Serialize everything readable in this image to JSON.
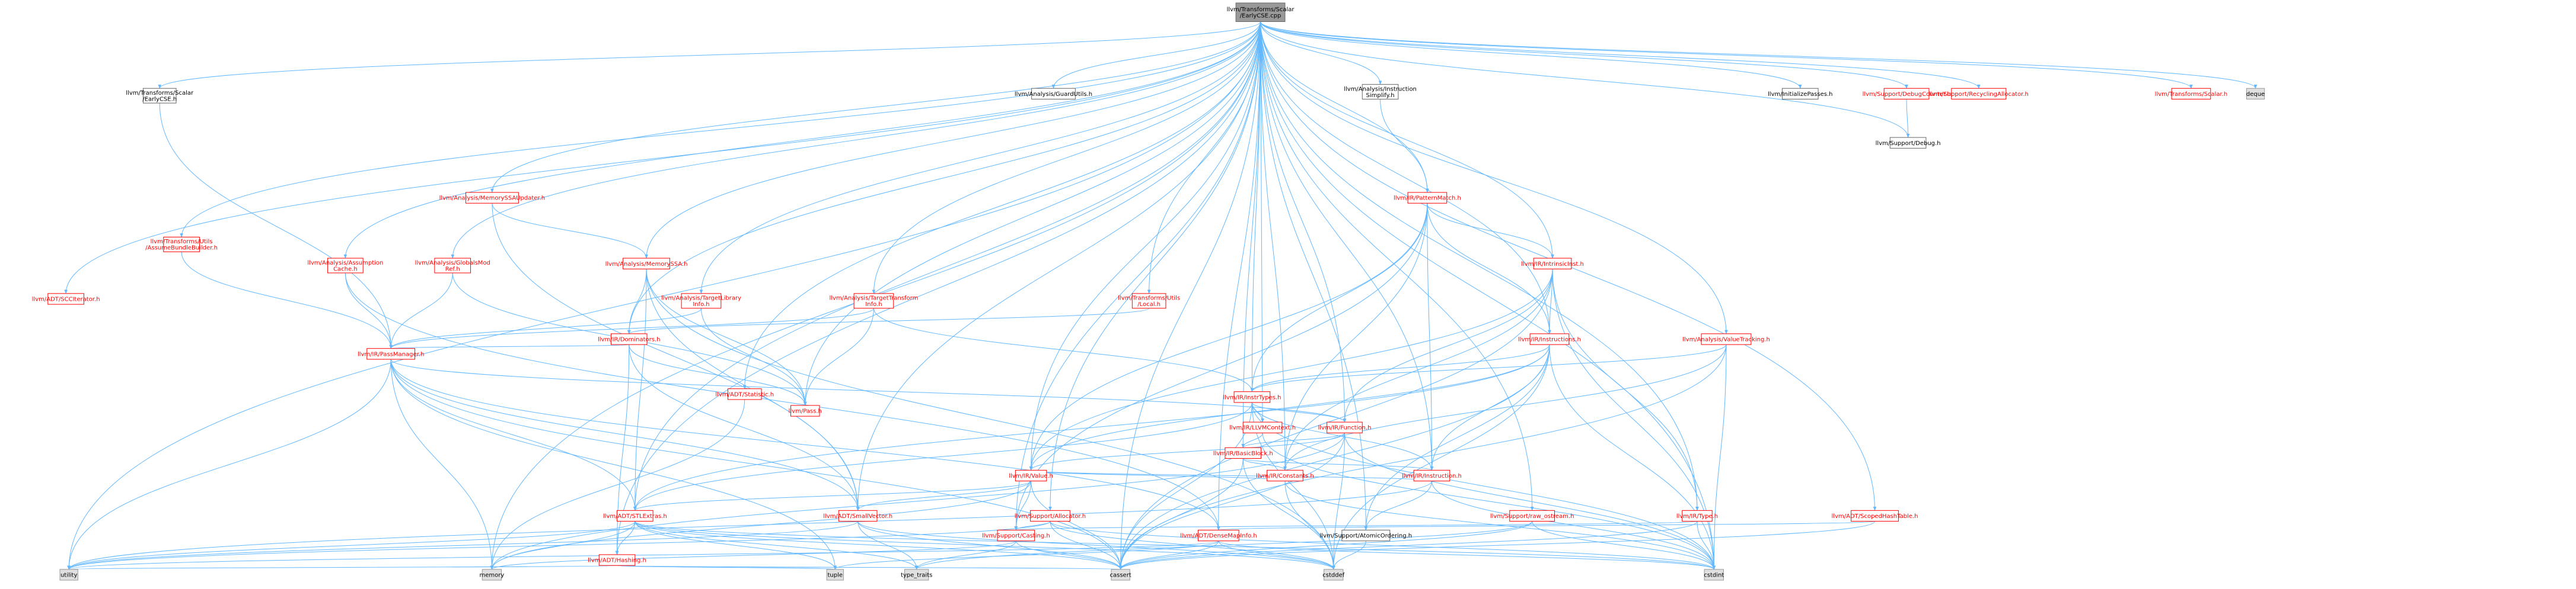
{
  "colors": {
    "root_fill": "#999999",
    "node_fill": "#ffffff",
    "ext_fill": "#e0e0e0",
    "red_text": "#ff0000",
    "black_text": "#000000",
    "border_main": "#666666",
    "border_red": "#ff0000",
    "border_gray": "#999999",
    "edge": "#63b8ff"
  },
  "nodes": [
    {
      "id": "root",
      "lines": [
        "llvm/Transforms/Scalar",
        "/EarlyCSE.cpp"
      ],
      "style": "root"
    },
    {
      "id": "tsEarly",
      "lines": [
        "llvm/Transforms/Scalar",
        "/EarlyCSE.h"
      ],
      "style": "black"
    },
    {
      "id": "passmgr",
      "lines": [
        "llvm/IR/PassManager.h"
      ],
      "style": "red"
    },
    {
      "id": "sccI",
      "lines": [
        "llvm/ADT/SCCIterator.h"
      ],
      "style": "red"
    },
    {
      "id": "tuAss",
      "lines": [
        "llvm/Transforms/Utils",
        "/AssumeBundleBuilder.h"
      ],
      "style": "red"
    },
    {
      "id": "anAssume",
      "lines": [
        "llvm/Analysis/Assumption",
        "Cache.h"
      ],
      "style": "red"
    },
    {
      "id": "anGlobals",
      "lines": [
        "llvm/Analysis/GlobalsMod",
        "Ref.h"
      ],
      "style": "red"
    },
    {
      "id": "memssa",
      "lines": [
        "llvm/Analysis/MemorySSA.h"
      ],
      "style": "red"
    },
    {
      "id": "memssaU",
      "lines": [
        "llvm/Analysis/MemorySSAUpdater.h"
      ],
      "style": "red"
    },
    {
      "id": "dominators",
      "lines": [
        "llvm/IR/Dominators.h"
      ],
      "style": "red"
    },
    {
      "id": "tlInfo",
      "lines": [
        "llvm/Analysis/TargetLibrary",
        "Info.h"
      ],
      "style": "red"
    },
    {
      "id": "ttInfo",
      "lines": [
        "llvm/Analysis/TargetTransform",
        "Info.h"
      ],
      "style": "red"
    },
    {
      "id": "guard",
      "lines": [
        "llvm/Analysis/GuardUtils.h"
      ],
      "style": "black"
    },
    {
      "id": "instSimp",
      "lines": [
        "llvm/Analysis/Instruction",
        "Simplify.h"
      ],
      "style": "black"
    },
    {
      "id": "patMatch",
      "lines": [
        "llvm/IR/PatternMatch.h"
      ],
      "style": "red"
    },
    {
      "id": "tuLocal",
      "lines": [
        "llvm/Transforms/Utils",
        "/Local.h"
      ],
      "style": "red"
    },
    {
      "id": "intrinsicInst",
      "lines": [
        "llvm/IR/IntrinsicInst.h"
      ],
      "style": "red"
    },
    {
      "id": "instructions",
      "lines": [
        "llvm/IR/Instructions.h"
      ],
      "style": "red"
    },
    {
      "id": "instrTypes",
      "lines": [
        "llvm/IR/InstrTypes.h"
      ],
      "style": "red"
    },
    {
      "id": "valueTracking",
      "lines": [
        "llvm/Analysis/ValueTracking.h"
      ],
      "style": "red"
    },
    {
      "id": "initPasses",
      "lines": [
        "llvm/InitializePasses.h"
      ],
      "style": "black"
    },
    {
      "id": "debugCounter",
      "lines": [
        "llvm/Support/DebugCounter.h"
      ],
      "style": "red"
    },
    {
      "id": "recycAlloc",
      "lines": [
        "llvm/Support/RecyclingAllocator.h"
      ],
      "style": "red"
    },
    {
      "id": "tScalar",
      "lines": [
        "llvm/Transforms/Scalar.h"
      ],
      "style": "red"
    },
    {
      "id": "deque",
      "lines": [
        "deque"
      ],
      "style": "ext"
    },
    {
      "id": "supDebug",
      "lines": [
        "llvm/Support/Debug.h"
      ],
      "style": "black"
    },
    {
      "id": "statistic",
      "lines": [
        "llvm/ADT/Statistic.h"
      ],
      "style": "red"
    },
    {
      "id": "pass",
      "lines": [
        "llvm/Pass.h"
      ],
      "style": "red"
    },
    {
      "id": "llvmContext",
      "lines": [
        "llvm/IR/LLVMContext.h"
      ],
      "style": "red"
    },
    {
      "id": "function",
      "lines": [
        "llvm/IR/Function.h"
      ],
      "style": "red"
    },
    {
      "id": "basicBlock",
      "lines": [
        "llvm/IR/BasicBlock.h"
      ],
      "style": "red"
    },
    {
      "id": "constants",
      "lines": [
        "llvm/IR/Constants.h"
      ],
      "style": "red"
    },
    {
      "id": "instruction",
      "lines": [
        "llvm/IR/Instruction.h"
      ],
      "style": "red"
    },
    {
      "id": "value",
      "lines": [
        "llvm/IR/Value.h"
      ],
      "style": "red"
    },
    {
      "id": "allocator",
      "lines": [
        "llvm/Support/Allocator.h"
      ],
      "style": "red"
    },
    {
      "id": "atomicOrd",
      "lines": [
        "llvm/Support/AtomicOrdering.h"
      ],
      "style": "black"
    },
    {
      "id": "rawOstream",
      "lines": [
        "llvm/Support/raw_ostream.h"
      ],
      "style": "red"
    },
    {
      "id": "irType",
      "lines": [
        "llvm/IR/Type.h"
      ],
      "style": "red"
    },
    {
      "id": "scopedHash",
      "lines": [
        "llvm/ADT/ScopedHashTable.h"
      ],
      "style": "red"
    },
    {
      "id": "stlExtras",
      "lines": [
        "llvm/ADT/STLExtras.h"
      ],
      "style": "red"
    },
    {
      "id": "smallVector",
      "lines": [
        "llvm/ADT/SmallVector.h"
      ],
      "style": "red"
    },
    {
      "id": "casting",
      "lines": [
        "llvm/Support/Casting.h"
      ],
      "style": "red"
    },
    {
      "id": "denseMapInfo",
      "lines": [
        "llvm/ADT/DenseMapInfo.h"
      ],
      "style": "red"
    },
    {
      "id": "hashing",
      "lines": [
        "llvm/ADT/Hashing.h"
      ],
      "style": "red"
    },
    {
      "id": "memory",
      "lines": [
        "memory"
      ],
      "style": "ext"
    },
    {
      "id": "typeTraits",
      "lines": [
        "type_traits"
      ],
      "style": "ext"
    },
    {
      "id": "cstddef",
      "lines": [
        "cstddef"
      ],
      "style": "ext"
    },
    {
      "id": "cstdint",
      "lines": [
        "cstdint"
      ],
      "style": "ext"
    },
    {
      "id": "utility",
      "lines": [
        "utility"
      ],
      "style": "ext"
    },
    {
      "id": "tuple",
      "lines": [
        "tuple"
      ],
      "style": "ext"
    },
    {
      "id": "cassert",
      "lines": [
        "cassert"
      ],
      "style": "ext"
    }
  ]
}
